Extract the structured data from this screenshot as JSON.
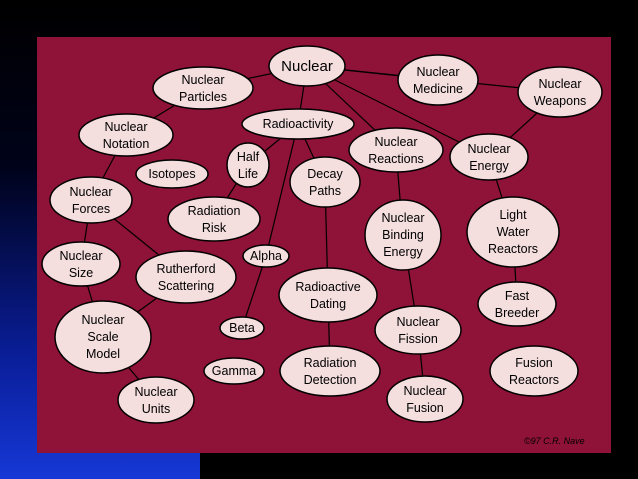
{
  "nodes": {
    "nuclear": "Nuclear",
    "nuclear_particles": [
      "Nuclear",
      "Particles"
    ],
    "nuclear_medicine": [
      "Nuclear",
      "Medicine"
    ],
    "nuclear_weapons": [
      "Nuclear",
      "Weapons"
    ],
    "nuclear_notation": [
      "Nuclear",
      "Notation"
    ],
    "radioactivity": "Radioactivity",
    "half_life": [
      "Half",
      "Life"
    ],
    "nuclear_reactions": [
      "Nuclear",
      "Reactions"
    ],
    "nuclear_energy": [
      "Nuclear",
      "Energy"
    ],
    "isotopes": "Isotopes",
    "decay_paths": [
      "Decay",
      "Paths"
    ],
    "nuclear_forces": [
      "Nuclear",
      "Forces"
    ],
    "radiation_risk": [
      "Radiation",
      "Risk"
    ],
    "nuclear_binding_energy": [
      "Nuclear",
      "Binding",
      "Energy"
    ],
    "light_water_reactors": [
      "Light",
      "Water",
      "Reactors"
    ],
    "alpha": "Alpha",
    "nuclear_size": [
      "Nuclear",
      "Size"
    ],
    "rutherford_scattering": [
      "Rutherford",
      "Scattering"
    ],
    "radioactive_dating": [
      "Radioactive",
      "Dating"
    ],
    "fast_breeder": [
      "Fast",
      "Breeder"
    ],
    "nuclear_scale_model": [
      "Nuclear",
      "Scale",
      "Model"
    ],
    "beta": "Beta",
    "nuclear_fission": [
      "Nuclear",
      "Fission"
    ],
    "gamma": "Gamma",
    "radiation_detection": [
      "Radiation",
      "Detection"
    ],
    "fusion_reactors": [
      "Fusion",
      "Reactors"
    ],
    "nuclear_units": [
      "Nuclear",
      "Units"
    ],
    "nuclear_fusion": [
      "Nuclear",
      "Fusion"
    ]
  },
  "credit": "©97 C.R. Nave",
  "colors": {
    "panel": "#8f1238",
    "node_fill": "#f4dede",
    "outline": "#000000",
    "frame": "#000000",
    "gradient_bottom": "#1638d6"
  }
}
